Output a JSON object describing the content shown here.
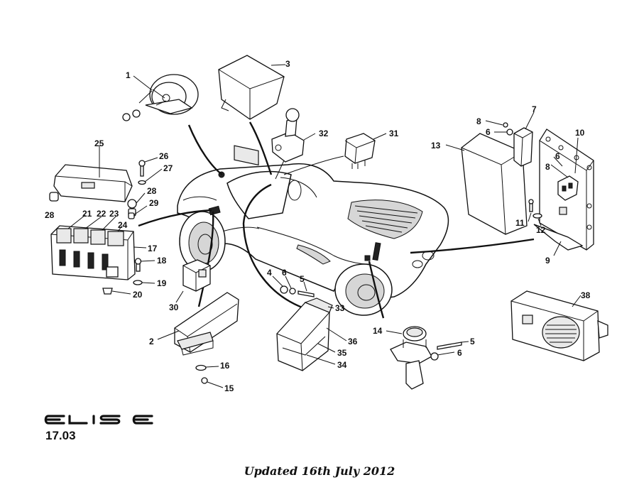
{
  "brand_logo_text": "ELISE",
  "document_code": "17.03",
  "footer_text": "Updated 16th July 2012",
  "callouts": {
    "c1": "1",
    "c2": "2",
    "c3": "3",
    "c4": "4",
    "c5a": "5",
    "c5b": "5",
    "c6a": "6",
    "c6b": "6",
    "c6c": "6",
    "c6d": "6",
    "c7": "7",
    "c8a": "8",
    "c8b": "8",
    "c9": "9",
    "c10": "10",
    "c11": "11",
    "c12": "12",
    "c13": "13",
    "c14": "14",
    "c15": "15",
    "c16": "16",
    "c17": "17",
    "c18": "18",
    "c19": "19",
    "c20": "20",
    "c21": "21",
    "c22": "22",
    "c23": "23",
    "c24": "24",
    "c25": "25",
    "c26": "26",
    "c27": "27",
    "c28a": "28",
    "c28b": "28",
    "c29": "29",
    "c30": "30",
    "c31": "31",
    "c32": "32",
    "c33": "33",
    "c34": "34",
    "c35": "35",
    "c36": "36",
    "c38": "38"
  }
}
